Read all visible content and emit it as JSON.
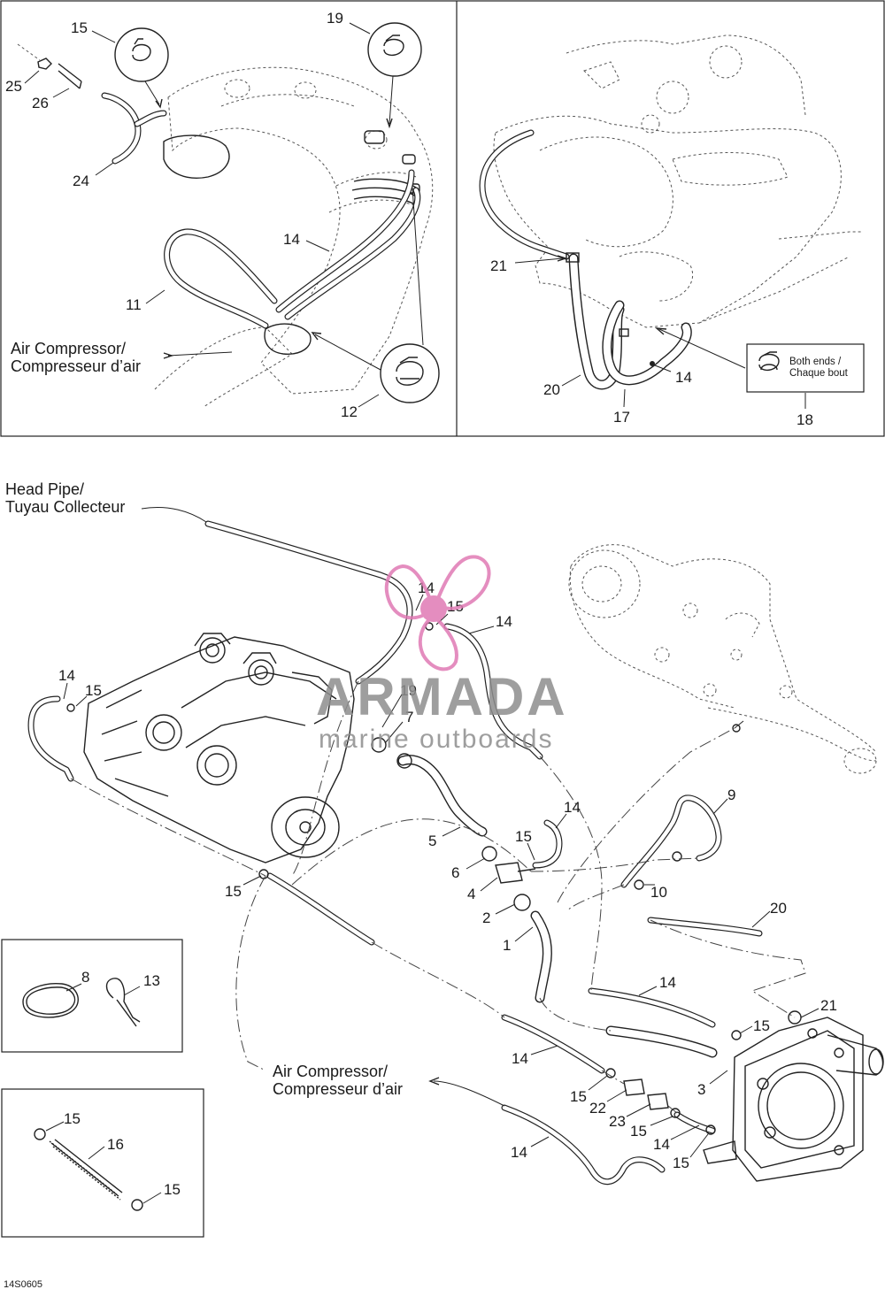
{
  "diagram": {
    "code": "14S0605",
    "labels": {
      "tl_15": "15",
      "tl_19": "19",
      "tl_25": "25",
      "tl_26": "26",
      "tl_24": "24",
      "tl_14": "14",
      "tl_11": "11",
      "tl_12": "12",
      "tr_21": "21",
      "tr_20": "20",
      "tr_14": "14",
      "tr_17": "17",
      "tr_18": "18",
      "m_14a": "14",
      "m_15a": "15",
      "m_14b": "14",
      "m_14c": "14",
      "m_15b": "15",
      "m_19": "19",
      "m_7": "7",
      "m_14d": "14",
      "m_15c": "15",
      "m_5": "5",
      "m_6": "6",
      "m_4": "4",
      "m_2": "2",
      "m_1": "1",
      "m_9": "9",
      "m_10": "10",
      "m_15d": "15",
      "m_20": "20",
      "m_14e": "14",
      "m_15e": "15",
      "m_21": "21",
      "m_3": "3",
      "m_14f": "14",
      "m_15f": "15",
      "m_22": "22",
      "m_23": "23",
      "m_15g": "15",
      "m_14g": "14",
      "m_15h": "15",
      "m_14h": "14",
      "box_8": "8",
      "box_13": "13",
      "box_15a": "15",
      "box_16": "16",
      "box_15b": "15"
    },
    "notes": {
      "air_tl_1": "Air Compressor/",
      "air_tl_2": "Compresseur d’air",
      "head_1": "Head Pipe/",
      "head_2": "Tuyau Collecteur",
      "air_m_1": "Air Compressor/",
      "air_m_2": "Compresseur d’air",
      "both_1": "Both ends /",
      "both_2": "Chaque bout"
    },
    "watermark": {
      "brand": "ARMADA",
      "tagline": "marine outboards",
      "logo_color": "#e07ab4"
    }
  }
}
